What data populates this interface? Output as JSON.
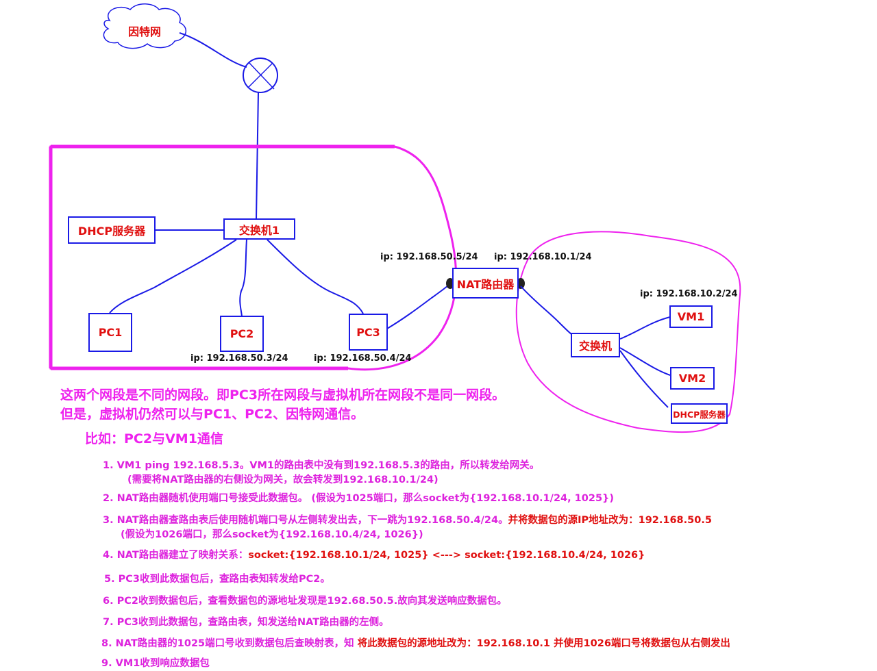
{
  "nodes": {
    "internet": "因特网",
    "dhcp_left": "DHCP服务器",
    "switch1": "交换机1",
    "pc1": "PC1",
    "pc2": "PC2",
    "pc3": "PC3",
    "nat_router": "NAT路由器",
    "switch2": "交换机",
    "vm1": "VM1",
    "vm2": "VM2",
    "dhcp_right": "DHCP服务器"
  },
  "ips": {
    "nat_left": "ip:  192.168.50.5/24",
    "nat_right": "ip:  192.168.10.1/24",
    "vm1": "ip:  192.168.10.2/24",
    "pc2": "ip:  192.168.50.3/24",
    "pc3": "ip:  192.168.50.4/24"
  },
  "notes": {
    "line1": "这两个网段是不同的网段。即PC3所在网段与虚拟机所在网段不是同一网段。",
    "line2": "但是，虚拟机仍然可以与PC1、PC2、因特网通信。",
    "example": "比如：PC2与VM1通信"
  },
  "steps": {
    "s1": "1. VM1 ping 192.168.5.3。VM1的路由表中没有到192.168.5.3的路由，所以转发给网关。",
    "s1b": "(需要将NAT路由器的右侧设为网关，故会转发到192.168.10.1/24)",
    "s2": "2. NAT路由器随机使用端口号接受此数据包。 (假设为1025端口，那么socket为{192.168.10.1/24, 1025})",
    "s3a": "3. NAT路由器查路由表后使用随机端口号从左侧转发出去，下一跳为192.168.50.4/24。",
    "s3b": "并将数据包的源IP地址改为：192.168.50.5",
    "s3c": "(假设为1026端口，那么socket为{192.168.10.4/24, 1026})",
    "s4a": "4. NAT路由器建立了映射关系：",
    "s4b": "socket:{192.168.10.1/24, 1025} <---> socket:{192.168.10.4/24, 1026}",
    "s5": "5. PC3收到此数据包后，查路由表知转发给PC2。",
    "s6": "6. PC2收到数据包后，查看数据包的源地址发现是192.68.50.5.故向其发送响应数据包。",
    "s7": "7. PC3收到此数据包，查路由表，知发送给NAT路由器的左侧。",
    "s8a": "8. NAT路由器的1025端口号收到数据包后查映射表，知 ",
    "s8b": "将此数据包的源地址改为：192.168.10.1  并使用1026端口号将数据包从右侧发出",
    "s9": "9. VM1收到响应数据包"
  },
  "colors": {
    "link": "#1a1ae6",
    "boundary": "#ee22ee",
    "label_red": "#e01010",
    "note_magenta": "#ee22ee"
  }
}
